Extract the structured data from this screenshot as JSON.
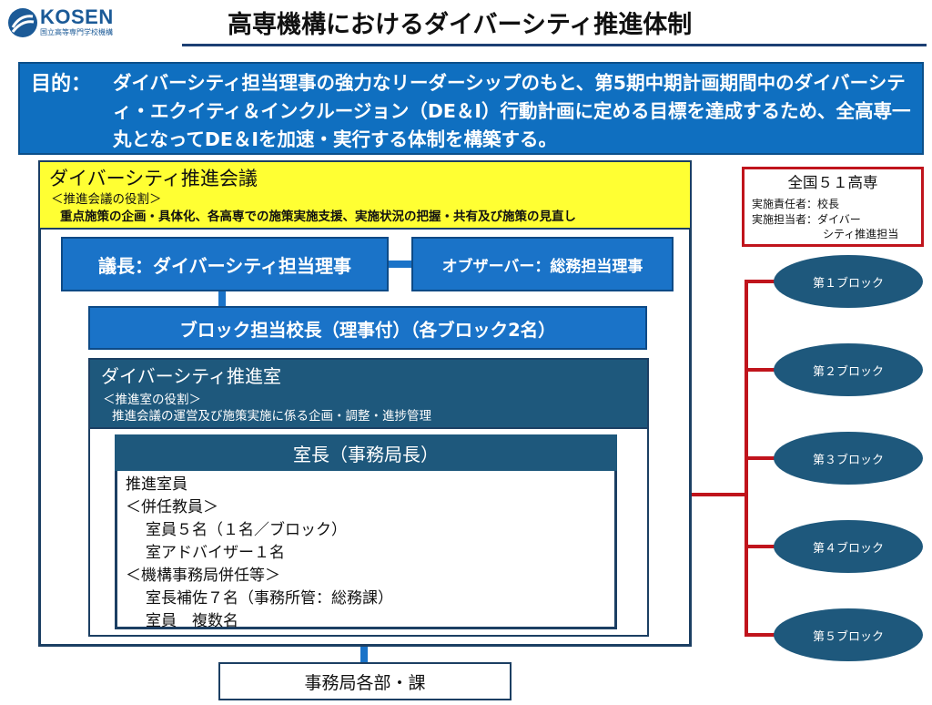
{
  "logo": {
    "name": "KOSEN",
    "subtitle": "国立高等専門学校機構"
  },
  "title": "高専機構におけるダイバーシティ推進体制",
  "purpose": {
    "label": "目的：",
    "text": "ダイバーシティ担当理事の強力なリーダーシップのもと、第5期中期計画期間中のダイバーシティ・エクイティ＆インクルージョン（DE＆I）行動計画に定める目標を達成するため、全高専一丸となってDE＆Iを加速・実行する体制を構築する。"
  },
  "council": {
    "title": "ダイバーシティ推進会議",
    "role_heading": "＜推進会議の役割＞",
    "role_text": "重点施策の企画・具体化、各高専での施策実施支援、実施状況の把握・共有及び施策の見直し",
    "chair": "議長：ダイバーシティ担当理事",
    "observer": "オブザーバー：総務担当理事",
    "block_principals": "ブロック担当校長（理事付）（各ブロック2名）"
  },
  "office": {
    "title": "ダイバーシティ推進室",
    "role_heading": "＜推進室の役割＞",
    "role_text": "推進会議の運営及び施策実施に係る企画・調整・進捗管理",
    "head": "室長（事務局長）",
    "members": [
      "推進室員",
      "＜併任教員＞",
      "室員５名（１名／ブロック）",
      "室アドバイザー１名",
      "＜機構事務局併任等＞",
      "室長補佐７名（事務所管：総務課）",
      "室員　複数名"
    ]
  },
  "bureau": "事務局各部・課",
  "kosen51": {
    "title": "全国５１高専",
    "line1": "実施責任者：校長",
    "line2": "実施担当者：ダイバー",
    "line3": "シティ推進担当"
  },
  "blocks": [
    "第１ブロック",
    "第２ブロック",
    "第３ブロック",
    "第４ブロック",
    "第５ブロック"
  ],
  "colors": {
    "blue": "#1a73c8",
    "navy": "#1e587c",
    "yellow": "#ffff33",
    "red": "#c0141c"
  }
}
